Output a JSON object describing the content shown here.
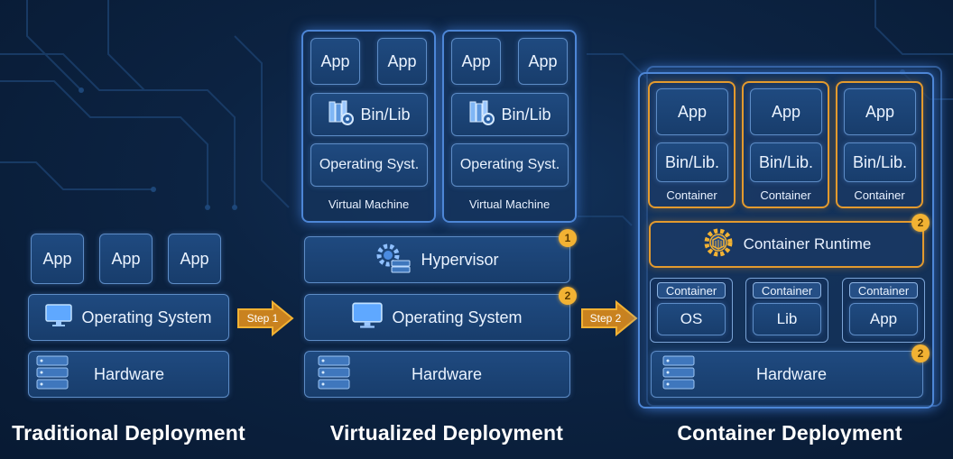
{
  "traditional": {
    "title": "Traditional Deployment",
    "apps": [
      "App",
      "App",
      "App"
    ],
    "os": "Operating System",
    "hardware": "Hardware"
  },
  "step1": "Step 1",
  "step2": "Step 2",
  "virtualized": {
    "title": "Virtualized Deployment",
    "vms": [
      {
        "apps": [
          "App",
          "App"
        ],
        "binlib": "Bin/Lib",
        "os": "Operating Syst.",
        "caption": "Virtual Machine"
      },
      {
        "apps": [
          "App",
          "App"
        ],
        "binlib": "Bin/Lib",
        "os": "Operating Syst.",
        "caption": "Virtual Machine"
      }
    ],
    "hypervisor": "Hypervisor",
    "hypervisor_badge": "1",
    "os": "Operating System",
    "os_badge": "2",
    "hardware": "Hardware"
  },
  "container": {
    "title": "Container Deployment",
    "containers": [
      {
        "app": "App",
        "binlib": "Bin/Lib.",
        "caption": "Container"
      },
      {
        "app": "App",
        "binlib": "Bin/Lib.",
        "caption": "Container"
      },
      {
        "app": "App",
        "binlib": "Bin/Lib.",
        "caption": "Container"
      }
    ],
    "runtime": "Container Runtime",
    "runtime_badge": "2",
    "small": [
      {
        "tag": "Container",
        "label": "OS"
      },
      {
        "tag": "Container",
        "label": "Lib"
      },
      {
        "tag": "Container",
        "label": "App"
      }
    ],
    "hardware": "Hardware",
    "hardware_badge": "2"
  },
  "colors": {
    "accent": "#e39a2e",
    "frame": "#4d86d6",
    "background": "#0c2342"
  },
  "icons": [
    "monitor-icon",
    "server-rack-icon",
    "gear-server-icon",
    "books-gear-icon",
    "gear-cube-icon",
    "arrow-right-icon"
  ]
}
